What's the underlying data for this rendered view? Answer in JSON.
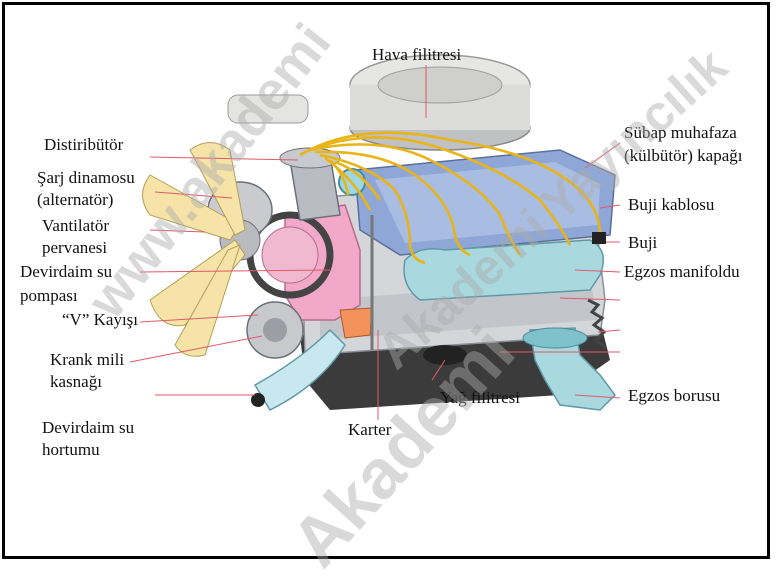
{
  "labels": {
    "hava_filitresi": "Hava filitresi",
    "distributor": "Distiribütör",
    "sarj_dinamosu_1": "Şarj dinamosu",
    "sarj_dinamosu_2": "(alternatör)",
    "vantilator_1": "Vantilatör",
    "vantilator_2": "pervanesi",
    "devirdaim_pompasi_1": "Devirdaim su",
    "devirdaim_pompasi_2": "pompası",
    "v_kayisi": "“V” Kayışı",
    "krank_kasnagi_1": "Krank mili",
    "krank_kasnagi_2": "kasnağı",
    "devirdaim_hortumu_1": "Devirdaim su",
    "devirdaim_hortumu_2": "hortumu",
    "karter": "Karter",
    "yag_filitresi": "Yağ filitresi",
    "egzos_borusu": "Egzos borusu",
    "subap_1": "Sübap muhafaza",
    "subap_2": "(külbütör) kapağı",
    "buji_kablosu": "Buji kablosu",
    "buji": "Buji",
    "egzos_manifoldu": "Egzos manifoldu"
  },
  "watermarks": {
    "wm1": "www.akademi",
    "wm2": "Akademi Yayıncılık",
    "wm3": "Akademi"
  },
  "colors": {
    "engine_block": "#d4d6da",
    "valve_cover": "#8fa7d6",
    "exhaust": "#a9d8df",
    "pink_parts": "#f2a9c9",
    "fan": "#f5e3a8",
    "wires": "#e8b417",
    "oil_pan": "#3b3b3b"
  }
}
